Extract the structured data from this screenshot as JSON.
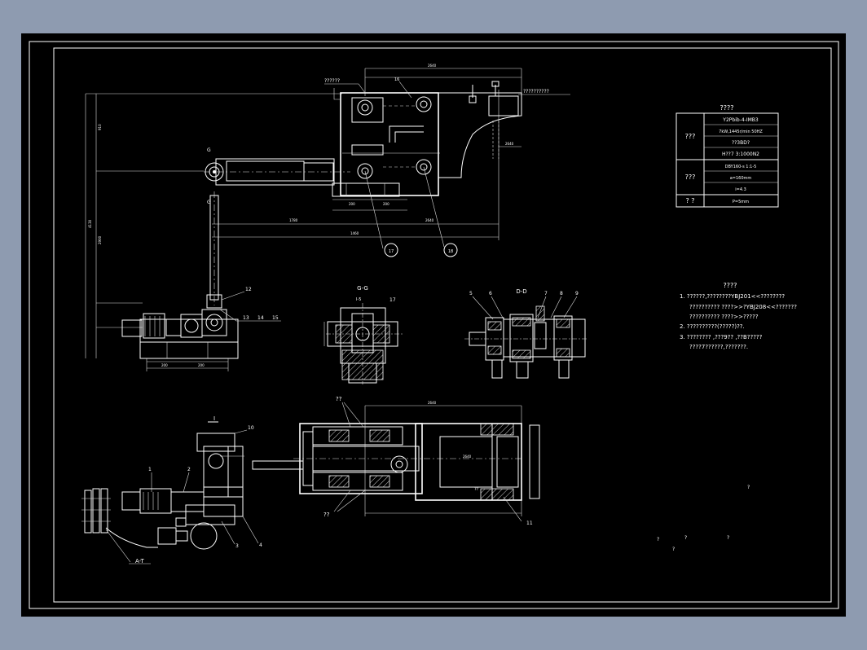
{
  "colors": {
    "frame_bg": "#8e9bb0",
    "canvas_bg": "#000000",
    "lines": "#ffffff"
  },
  "spec_table": {
    "title": "????",
    "groups": [
      {
        "label": "???",
        "rows": [
          "Y2Pbib-4-IMB3",
          "7kW,1445r/min 50HZ",
          "??3BD?",
          "H??7 3:1000N2"
        ]
      },
      {
        "label": "???",
        "rows": [
          "DBY160-s 1:1-5",
          "a=160mm",
          "i=4.3"
        ]
      },
      {
        "label": "? ?",
        "rows": [
          "P=5mm"
        ]
      }
    ]
  },
  "notes": {
    "title": "????",
    "items": [
      "1. ??????,????????YBJ201<<????????",
      "??????????  ????>>?YBJ208<<???????",
      "??????????  ????>>?????",
      "2. ??????????(?????)??.",
      "3. ????????  ,???9??  ,??B?????",
      "????7??????,???????."
    ]
  },
  "views": {
    "gg": "G-G",
    "dd": "D-D",
    "at": "A-T",
    "ii": "I-5",
    "g_mark": "G",
    "arrow_mark": "I"
  },
  "callouts": {
    "top_left": "??????",
    "top_right": "??????????",
    "n16": "16",
    "n17": "17",
    "n18": "18",
    "n12": "12",
    "n13": "13",
    "n14": "14",
    "n15": "15",
    "n1": "1",
    "n2": "2",
    "n3": "3",
    "n4": "4",
    "n5": "5",
    "n6": "6",
    "n7": "7",
    "n8": "8",
    "n9": "9",
    "n10": "10",
    "n11": "11",
    "n17b": "17",
    "bot_qq1": "??",
    "bot_qq2": "??",
    "bot_qq3": "??"
  },
  "dims": {
    "d2640": "2640",
    "d1780": "1780",
    "d2900": "2900",
    "d4130": "4130",
    "d910": "910",
    "d200": "200",
    "d1460": "1460"
  },
  "stray": {
    "q1": "?",
    "q2": "?",
    "q3": "?",
    "q4": "?",
    "q5": "?"
  }
}
